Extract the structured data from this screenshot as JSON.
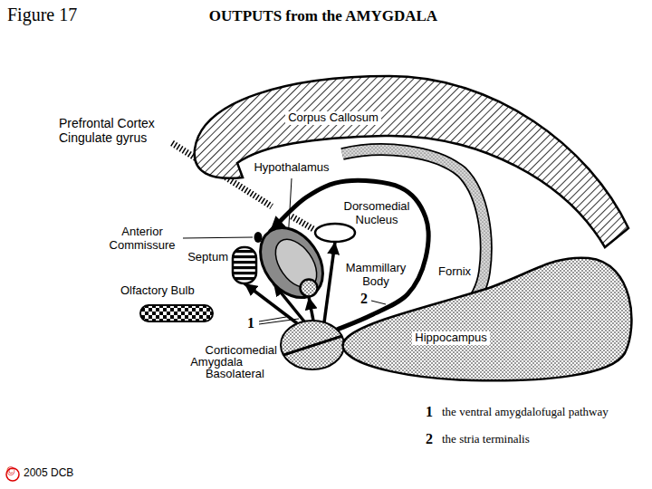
{
  "diagram": {
    "title": "OUTPUTS from the AMYGDALA",
    "nodes": [
      {
        "text": [
          "Corpus Callosum"
        ]
      },
      {
        "text": [
          "Hypothalamus"
        ]
      },
      {
        "text": [
          "Mammillary Body"
        ],
        "in": 1
      },
      {
        "text": [
          "Dorsomedial Nucleus"
        ]
      },
      {
        "text": [
          "Septum"
        ]
      },
      {
        "text": [
          "Fornix"
        ]
      },
      {
        "text": [
          "Olfactory Bulb"
        ]
      },
      {
        "text": [
          "Corticomedial",
          "Amygdala",
          "Basolateral"
        ]
      },
      {
        "text": [
          "Hippocampus"
        ]
      }
    ],
    "edges": [
      {
        "from": 7,
        "to": 4,
        "arrow": "to"
      },
      {
        "from": 7,
        "to": 1,
        "arrow": "to"
      },
      {
        "from": 7,
        "to": 2,
        "arrow": "to"
      },
      {
        "from": 7,
        "to": 3,
        "arrow": "to"
      },
      {
        "from": 7,
        "to": 1,
        "arrow": "to"
      }
    ],
    "labels": [
      "Figure 17",
      "Prefrontal Cortex Cingulate gyrus",
      "Anterior Commissure",
      "1",
      "2",
      "1",
      "the ventral amygdalofugal pathway",
      "2",
      "the stria terminalis",
      "©",
      "2005 DCB"
    ]
  }
}
